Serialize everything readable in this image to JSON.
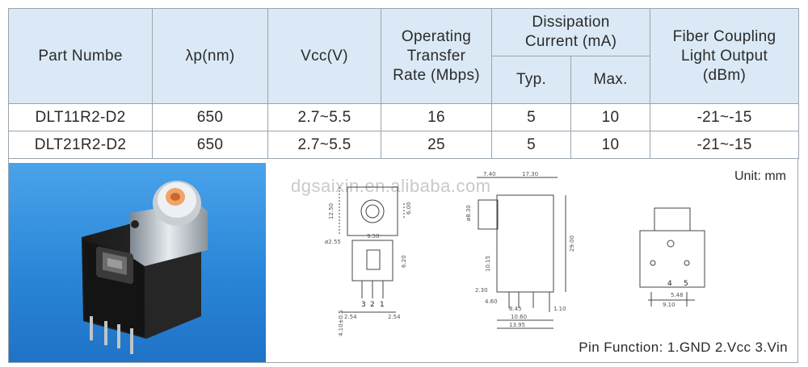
{
  "table": {
    "headers": {
      "part": "Part Numbe",
      "wavelength": "λp(nm)",
      "vcc": "Vcc(V)",
      "rate": [
        "Operating",
        "Transfer",
        "Rate (Mbps)"
      ],
      "current": [
        "Dissipation",
        "Current (mA)"
      ],
      "typ": "Typ.",
      "max": "Max.",
      "fiber": [
        "Fiber Coupling",
        "Light Output",
        "(dBm)"
      ]
    },
    "rows": [
      {
        "part": "DLT11R2-D2",
        "wavelength": "650",
        "vcc": "2.7~5.5",
        "rate": "16",
        "typ": "5",
        "max": "10",
        "fiber": "-21~-15"
      },
      {
        "part": "DLT21R2-D2",
        "wavelength": "650",
        "vcc": "2.7~5.5",
        "rate": "25",
        "typ": "5",
        "max": "10",
        "fiber": "-21~-15"
      }
    ]
  },
  "drawings": {
    "unit_label": "Unit:  mm",
    "watermark": "dgsaixin.en.alibaba.com",
    "pin_function": "Pin Function: 1.GND   2.Vcc   3.Vin",
    "front_view": {
      "dims": [
        "12.50",
        "6.00",
        "ø2.55",
        "9.50",
        "6.20",
        "4.10±0.5",
        "2.54",
        "2.54"
      ],
      "pins": [
        "3",
        "2",
        "1"
      ]
    },
    "side_view": {
      "dims": [
        "7.40",
        "17.30",
        "ø8.30",
        "29.00",
        "10.15",
        "2.30",
        "4.60",
        "8.45",
        "10.60",
        "13.95",
        "1.10"
      ]
    },
    "bottom_view": {
      "dims": [
        "5.48",
        "9.10"
      ],
      "pins": [
        "4",
        "5"
      ]
    }
  },
  "colors": {
    "header_bg": "#dbe9f6",
    "border": "#9aa4ad",
    "photo_bg": "#2a86d8"
  }
}
